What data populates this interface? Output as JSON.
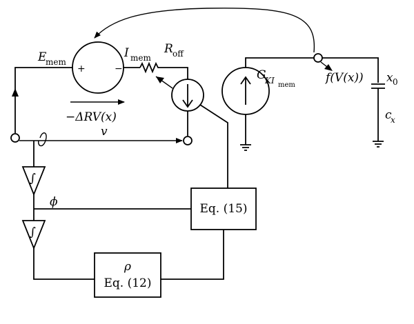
{
  "labels": {
    "e_mem": "E",
    "e_mem_sub": "mem",
    "plus": "+",
    "minus": "−",
    "i_mem": "I",
    "i_mem_sub": "mem",
    "r_off": "R",
    "r_off_sub": "off",
    "delta_rv": "−ΔRV(x)",
    "g_k": "G",
    "g_k_sub1": "KI",
    "g_k_sub2": "mem",
    "f_vx": "f(V(x))",
    "x0": "x",
    "x0_sub": "0",
    "cx": "c",
    "cx_sub": "x",
    "v": "v",
    "phi": "ϕ",
    "integral_1": "∫",
    "integral_2": "∫",
    "eq15": "Eq. (15)",
    "rho": "ρ",
    "eq12": "Eq. (12)"
  }
}
